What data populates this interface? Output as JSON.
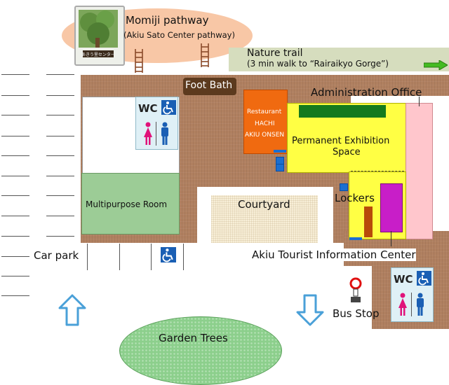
{
  "labels": {
    "momiji_title": "Momiji pathway",
    "momiji_sub": "(Akiu Sato Center pathway)",
    "nature_title": "Nature trail",
    "nature_sub": "(3 min walk to “Rairaikyo Gorge”)",
    "foot_bath": "Foot Bath",
    "admin_office": "Administration Office",
    "restaurant": [
      "Restaurant",
      "HACHI",
      "AKIU ONSEN"
    ],
    "exhibition": [
      "Permanent Exhibition",
      "Space"
    ],
    "multipurpose": "Multipurpose Room",
    "courtyard": "Courtyard",
    "lockers": "Lockers",
    "tourist_info": "Akiu Tourist Information Center",
    "car_park": "Car park",
    "bus_stop": "Bus Stop",
    "garden_trees": "Garden Trees",
    "wc": "WC",
    "sign_text": "あきう里センター"
  },
  "colors": {
    "building_floor": "#b08060",
    "foot_bath_bg": "#5c3a1e",
    "restaurant_bg": "#f06a10",
    "exhibition_bg": "#ffff44",
    "admin_bg": "#ffc6cc",
    "multipurpose_bg": "#9ccc96",
    "courtyard_bg": "#f8efd8",
    "garden_bg": "#8ccf8c",
    "nature_trail_bg": "#d6ddbe",
    "momiji_bg": "#f8c7a6",
    "wc_bg": "#dff0f6",
    "lockers_bg": "#c81ec8",
    "door_arrow": "#1c6fd1"
  },
  "icons": [
    "tree-photo-icon",
    "ladder-icon",
    "green-arrow-right-icon",
    "wheelchair-icon",
    "female-toilet-icon",
    "male-toilet-icon",
    "door-arrow-icon",
    "up-arrow-icon",
    "down-arrow-icon",
    "bus-stop-sign-icon"
  ]
}
